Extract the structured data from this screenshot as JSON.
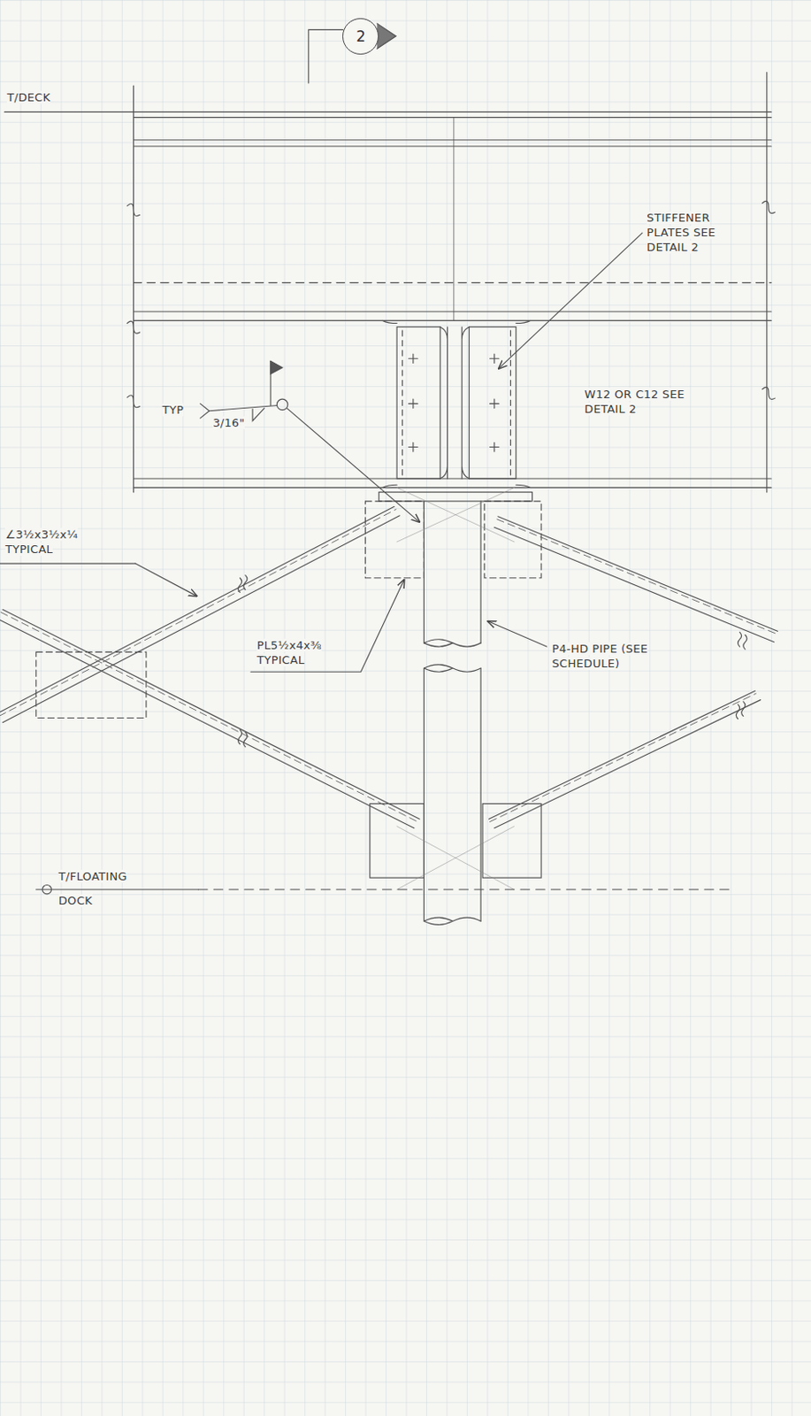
{
  "diagram": {
    "nodes": [
      {
        "text": [
          "2"
        ]
      }
    ],
    "labels": [
      "T/DECK",
      "STIFFENER PLATES SEE DETAIL 2",
      "TYP",
      "3/16\"",
      "W12 OR C12 SEE DETAIL 2",
      "∠3½x3½x¼ TYPICAL",
      "PL5½x4x⅜ TYPICAL",
      "P4-HD PIPE (SEE SCHEDULE)",
      "T/FLOATING DOCK"
    ]
  }
}
